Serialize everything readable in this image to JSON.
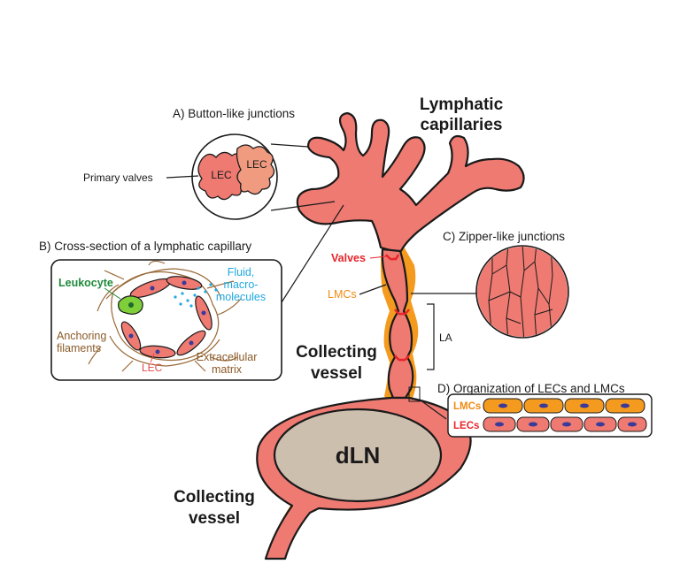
{
  "labels": {
    "lymphatic_capillaries_line1": "Lymphatic",
    "lymphatic_capillaries_line2": "capillaries",
    "panel_a_title": "A) Button-like junctions",
    "primary_valves": "Primary valves",
    "lec_a1": "LEC",
    "lec_a2": "LEC",
    "panel_b_title": "B) Cross-section of a lymphatic capillary",
    "leukocyte": "Leukocyte",
    "fluid_line1": "Fluid,",
    "fluid_line2": "macro-",
    "fluid_line3": "molecules",
    "anchoring_line1": "Anchoring",
    "anchoring_line2": "filaments",
    "lec_b": "LEC",
    "ecm_line1": "Extracellular",
    "ecm_line2": "matrix",
    "panel_c_title": "C) Zipper-like junctions",
    "valves": "Valves",
    "lmcs": "LMCs",
    "la": "LA",
    "collecting_line1": "Collecting",
    "collecting_line2": "vessel",
    "panel_d_title": "D) Organization of LECs and LMCs",
    "d_lmcs": "LMCs",
    "d_lecs": "LECs",
    "dln": "dLN",
    "collecting2_line1": "Collecting",
    "collecting2_line2": "vessel"
  },
  "colors": {
    "vessel_pink": "#ee7a72",
    "lmc_orange": "#f49a1e",
    "leukocyte_green": "#1f8a3a",
    "fluid_blue": "#1fa8e0",
    "filament_brown": "#9a6a38",
    "valve_red": "#e8242a",
    "node_gray": "#cdbfae"
  }
}
